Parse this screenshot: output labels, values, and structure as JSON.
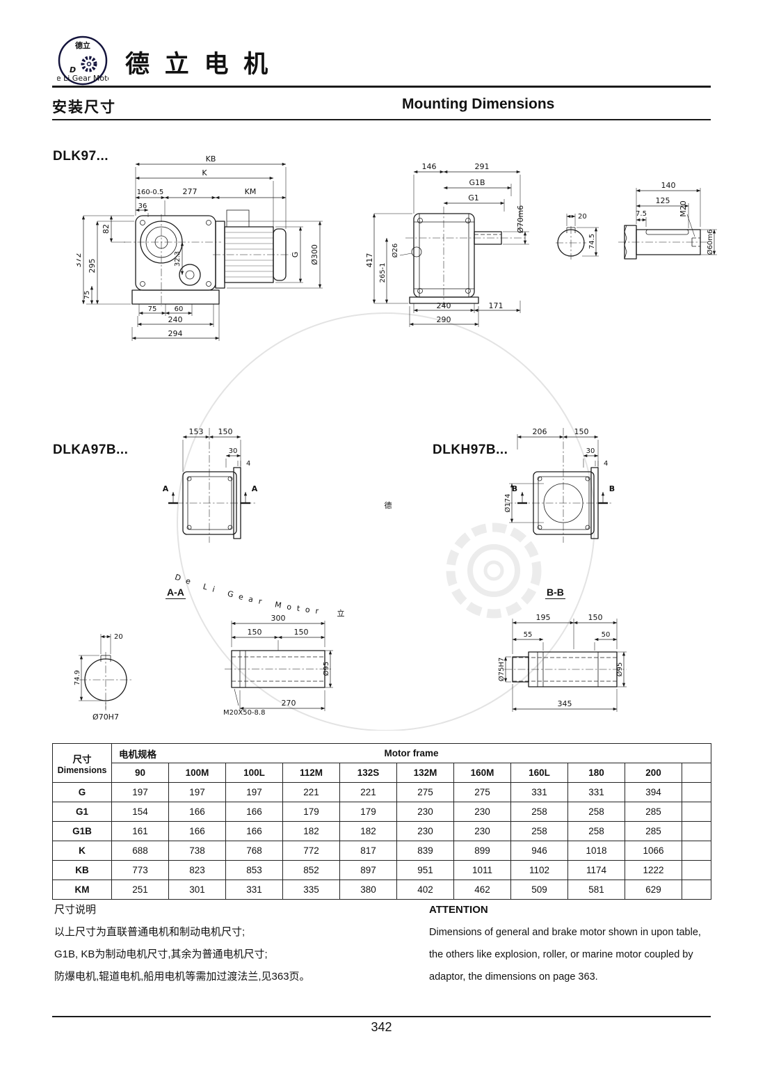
{
  "logo": {
    "top_text": "德立",
    "letter": "D",
    "ring_text": "De Li Gear Motor"
  },
  "header": {
    "company": "德 立 电 机"
  },
  "title": {
    "zh": "安装尺寸",
    "en": "Mounting Dimensions"
  },
  "models": {
    "dlk97": "DLK97...",
    "dlka97b": "DLKA97B...",
    "dlkh97b": "DLKH97B...",
    "section_aa": "A-A",
    "section_bb": "B-B"
  },
  "watermark": {
    "char_top": "德",
    "char_mid": "立",
    "arc_text": "De Li Gear Motor"
  },
  "drawings": {
    "side_view": {
      "kb": "KB",
      "k": "K",
      "len160": "160-0.5",
      "len277": "277",
      "km": "KM",
      "len36": "36",
      "h372": "372",
      "h295": "295",
      "h82": "82",
      "h75_left": "75",
      "h32_3": "32.3",
      "w75": "75",
      "w60": "60",
      "w240": "240",
      "w294": "294",
      "g": "G",
      "dia300": "Ø300"
    },
    "front_view": {
      "w146": "146",
      "w291": "291",
      "g1b": "G1B",
      "g1": "G1",
      "dia70": "Ø70m6",
      "dia26": "Ø26",
      "h417": "417",
      "h265": "265-1",
      "w240": "240",
      "w171": "171",
      "w290": "290"
    },
    "output_shaft_end": {
      "key_w": "20",
      "h_over_key": "74.5"
    },
    "input_shaft": {
      "len140": "140",
      "len125": "125",
      "len7_5": "7.5",
      "thread": "M20",
      "dia": "Ø60m6"
    },
    "dlka_front": {
      "w153": "153",
      "w150": "150",
      "w30": "30",
      "w4": "4",
      "marker": "A"
    },
    "dlkh_front": {
      "w206": "206",
      "w150": "150",
      "w30": "30",
      "w4": "4",
      "marker": "B",
      "dia174": "Ø174"
    },
    "section_aa": {
      "key_w": "20",
      "h_over_key": "74.9",
      "bore": "Ø70H7",
      "len300": "300",
      "len150a": "150",
      "len150b": "150",
      "dia95": "Ø95",
      "thread": "M20X50-8.8",
      "len270": "270"
    },
    "section_bb": {
      "len195": "195",
      "len150": "150",
      "len55": "55",
      "len50": "50",
      "bore": "Ø75H7",
      "dia95": "Ø95",
      "len345": "345"
    }
  },
  "table": {
    "dim_zh": "尺寸",
    "dim_en": "Dimensions",
    "spec_zh": "电机规格",
    "spec_en": "Motor frame",
    "frames": [
      "90",
      "100M",
      "100L",
      "112M",
      "132S",
      "132M",
      "160M",
      "160L",
      "180",
      "200"
    ],
    "rows": [
      {
        "label": "G",
        "values": [
          "197",
          "197",
          "197",
          "221",
          "221",
          "275",
          "275",
          "331",
          "331",
          "394"
        ]
      },
      {
        "label": "G1",
        "values": [
          "154",
          "166",
          "166",
          "179",
          "179",
          "230",
          "230",
          "258",
          "258",
          "285"
        ]
      },
      {
        "label": "G1B",
        "values": [
          "161",
          "166",
          "166",
          "182",
          "182",
          "230",
          "230",
          "258",
          "258",
          "285"
        ]
      },
      {
        "label": "K",
        "values": [
          "688",
          "738",
          "768",
          "772",
          "817",
          "839",
          "899",
          "946",
          "1018",
          "1066"
        ]
      },
      {
        "label": "KB",
        "values": [
          "773",
          "823",
          "853",
          "852",
          "897",
          "951",
          "1011",
          "1102",
          "1174",
          "1222"
        ]
      },
      {
        "label": "KM",
        "values": [
          "251",
          "301",
          "331",
          "335",
          "380",
          "402",
          "462",
          "509",
          "581",
          "629"
        ]
      }
    ]
  },
  "notes_zh": {
    "title": "尺寸说明",
    "line1": "以上尺寸为直联普通电机和制动电机尺寸;",
    "line2": "G1B, KB为制动电机尺寸,其余为普通电机尺寸;",
    "line3": "防爆电机,辊道电机,船用电机等需加过渡法兰,见363页。"
  },
  "notes_en": {
    "title": "ATTENTION",
    "line1": "Dimensions of general and brake motor shown in upon table,",
    "line2": "the others like explosion, roller, or marine motor coupled by",
    "line3": "adaptor, the dimensions on page 363."
  },
  "footer": {
    "page": "342"
  }
}
